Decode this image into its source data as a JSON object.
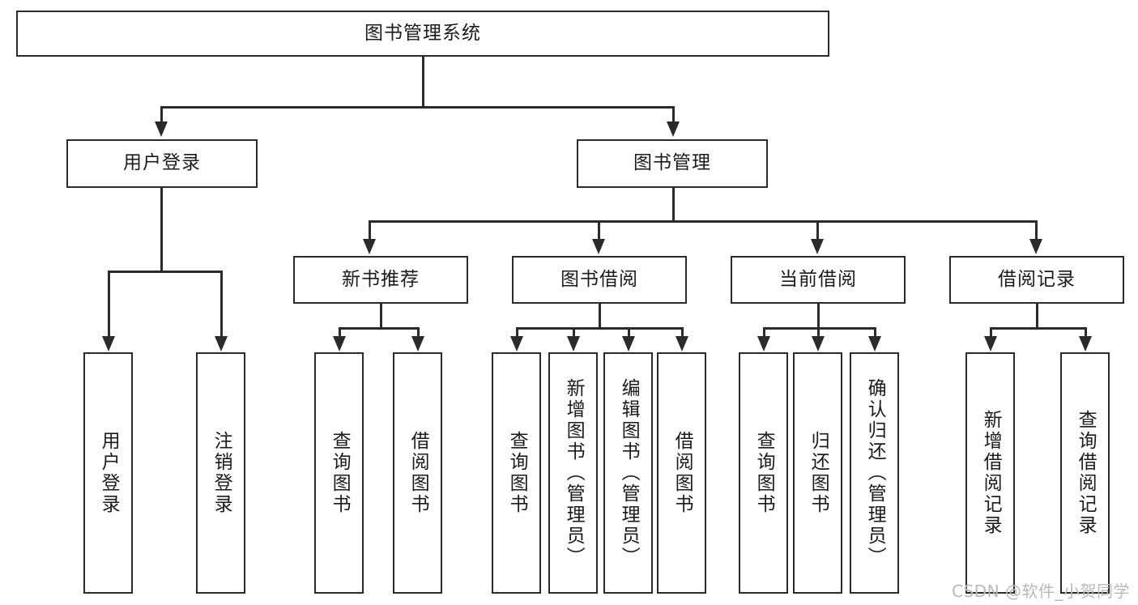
{
  "diagram": {
    "title": "图书管理系统",
    "type": "hierarchy-tree",
    "root": {
      "id": "root",
      "label": "图书管理系统",
      "orientation": "horizontal"
    },
    "level2": [
      {
        "id": "user-login",
        "label": "用户登录",
        "orientation": "horizontal"
      },
      {
        "id": "book-manage",
        "label": "图书管理",
        "orientation": "horizontal"
      }
    ],
    "level3": [
      {
        "id": "new-book-recommend",
        "label": "新书推荐",
        "orientation": "horizontal"
      },
      {
        "id": "book-borrow",
        "label": "图书借阅",
        "orientation": "horizontal"
      },
      {
        "id": "current-borrow",
        "label": "当前借阅",
        "orientation": "horizontal"
      },
      {
        "id": "borrow-record",
        "label": "借阅记录",
        "orientation": "horizontal"
      }
    ],
    "leaves": {
      "user-login": [
        {
          "id": "leaf-user-login",
          "label": "用户登录",
          "orientation": "vertical"
        },
        {
          "id": "leaf-logout-login",
          "label": "注销登录",
          "orientation": "vertical"
        }
      ],
      "new-book-recommend": [
        {
          "id": "leaf-query-book-1",
          "label": "查询图书",
          "orientation": "vertical"
        },
        {
          "id": "leaf-borrow-book-1",
          "label": "借阅图书",
          "orientation": "vertical"
        }
      ],
      "book-borrow": [
        {
          "id": "leaf-query-book-2",
          "label": "查询图书",
          "orientation": "vertical"
        },
        {
          "id": "leaf-add-book-admin",
          "label": "新增图书（管理员）",
          "orientation": "vertical"
        },
        {
          "id": "leaf-edit-book-admin",
          "label": "编辑图书（管理员）",
          "orientation": "vertical"
        },
        {
          "id": "leaf-borrow-book-2",
          "label": "借阅图书",
          "orientation": "vertical"
        }
      ],
      "current-borrow": [
        {
          "id": "leaf-query-book-3",
          "label": "查询图书",
          "orientation": "vertical"
        },
        {
          "id": "leaf-return-book",
          "label": "归还图书",
          "orientation": "vertical"
        },
        {
          "id": "leaf-confirm-return-admin",
          "label": "确认归还（管理员）",
          "orientation": "vertical"
        }
      ],
      "borrow-record": [
        {
          "id": "leaf-add-borrow-record",
          "label": "新增借阅记录",
          "orientation": "vertical"
        },
        {
          "id": "leaf-query-borrow-record",
          "label": "查询借阅记录",
          "orientation": "vertical"
        }
      ]
    }
  },
  "colors": {
    "stroke": "#2b2b2b",
    "box_fill": "#ffffff",
    "text": "#1b1b1b",
    "watermark": "#b9b9b9",
    "background": "#ffffff"
  },
  "watermark": {
    "text": "CSDN @软件_小贺同学"
  }
}
